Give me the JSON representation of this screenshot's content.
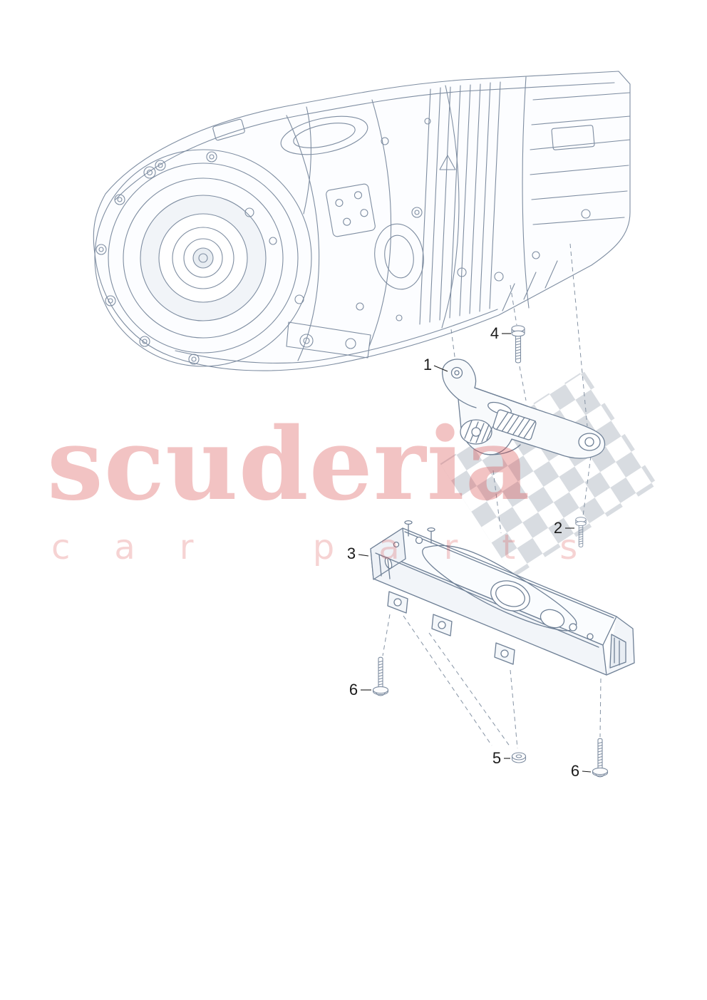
{
  "watermark": {
    "brand": "scuderia",
    "subtitle": "car parts",
    "text_color": "#d94949",
    "flag_color": "#d8dce1"
  },
  "drawing": {
    "line_color": "#7e8da1",
    "callout_color": "#1a1a1a"
  },
  "callouts": [
    {
      "id": "4"
    },
    {
      "id": "1"
    },
    {
      "id": "2"
    },
    {
      "id": "3"
    },
    {
      "id": "6"
    },
    {
      "id": "5"
    },
    {
      "id": "6"
    }
  ]
}
